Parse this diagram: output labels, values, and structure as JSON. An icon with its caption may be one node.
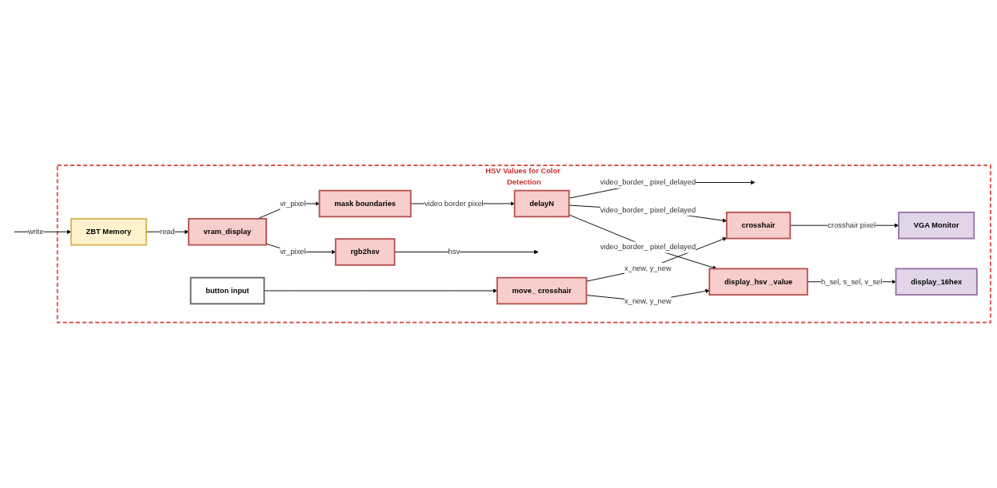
{
  "diagram": {
    "nodes": [
      {
        "text": [
          "HSV Values for Color Detection"
        ]
      },
      {
        "text": [
          "ZBT Memory"
        ],
        "in": 0
      },
      {
        "text": [
          "vram_display"
        ],
        "in": 0
      },
      {
        "text": [
          "mask boundaries"
        ],
        "in": 0
      },
      {
        "text": [
          "rgb2hsv"
        ],
        "in": 0
      },
      {
        "text": [
          "delayN"
        ],
        "in": 0
      },
      {
        "text": [
          "button input"
        ],
        "in": 0
      },
      {
        "text": [
          "move_ crosshair"
        ],
        "in": 0
      },
      {
        "text": [
          "crosshair"
        ],
        "in": 0
      },
      {
        "text": [
          "VGA Monitor"
        ],
        "in": 0
      },
      {
        "text": [
          "display_hsv _value"
        ],
        "in": 0
      },
      {
        "text": [
          "display_16hex"
        ],
        "in": 0
      }
    ],
    "edges": [
      {
        "from": null,
        "to": 1,
        "arrow": "to",
        "label": "write"
      },
      {
        "from": 1,
        "to": 2,
        "arrow": "to",
        "label": "read"
      },
      {
        "from": 2,
        "to": 3,
        "arrow": "to",
        "label": "vr_pixel"
      },
      {
        "from": 2,
        "to": 4,
        "arrow": "to",
        "label": "vr_pixel"
      },
      {
        "from": 3,
        "to": 5,
        "arrow": "to",
        "label": "video border pixel"
      },
      {
        "from": 5,
        "to": null,
        "arrow": "to",
        "label": "video_border_ pixel_delayed"
      },
      {
        "from": 4,
        "to": null,
        "arrow": "to",
        "label": "hsv"
      },
      {
        "from": 5,
        "to": 8,
        "arrow": "to",
        "label": "video_border_ pixel_delayed"
      },
      {
        "from": 5,
        "to": 10,
        "arrow": "to",
        "label": "video_border_ pixel_delayed"
      },
      {
        "from": 6,
        "to": 7,
        "arrow": "to"
      },
      {
        "from": 7,
        "to": 8,
        "arrow": "to",
        "label": "x_new, y_new"
      },
      {
        "from": 7,
        "to": 10,
        "arrow": "to",
        "label": "x_new, y_new"
      },
      {
        "from": 8,
        "to": 9,
        "arrow": "to",
        "label": "crosshair pixel"
      },
      {
        "from": 10,
        "to": 11,
        "arrow": "to",
        "label": "h_sel, s_sel, v_sel"
      }
    ]
  }
}
